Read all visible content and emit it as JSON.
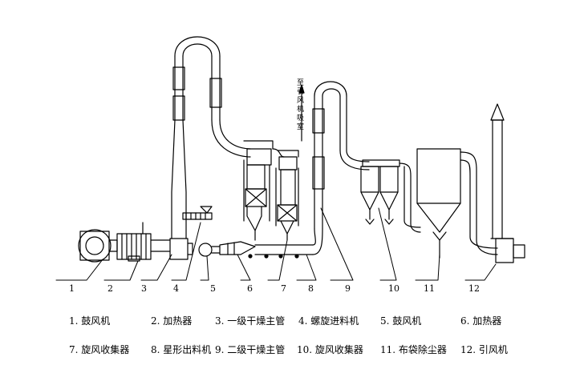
{
  "diagram": {
    "side_note": "至引风机吸室",
    "callout_numbers": [
      "1",
      "2",
      "3",
      "4",
      "5",
      "6",
      "7",
      "8",
      "9",
      "10",
      "11",
      "12"
    ]
  },
  "legend": [
    "1. 鼓风机",
    "2. 加热器",
    "3. 一级干燥主管",
    "4. 螺旋进料机",
    "5. 鼓风机",
    "6. 加热器",
    "7. 旋风收集器",
    "8. 星形出料机",
    "9. 二级干燥主管",
    "10. 旋风收集器",
    "11. 布袋除尘器",
    "12. 引风机"
  ]
}
